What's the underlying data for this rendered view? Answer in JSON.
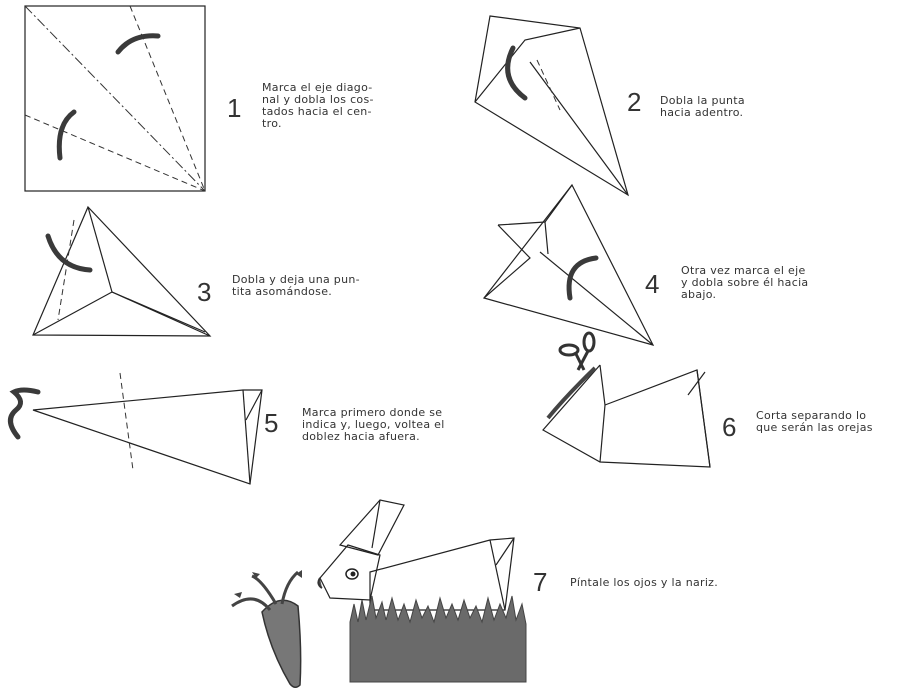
{
  "steps": [
    {
      "number": "1",
      "text": "Marca el eje diago-\nnal y dobla los cos-\ntados hacia el cen-\ntro."
    },
    {
      "number": "2",
      "text": "Dobla la punta\nhacia adentro."
    },
    {
      "number": "3",
      "text": "Dobla y deja una pun-\ntita asomándose."
    },
    {
      "number": "4",
      "text": "Otra vez marca el eje\ny dobla sobre él hacia\nabajo."
    },
    {
      "number": "5",
      "text": "Marca primero donde se\nindica y, luego, voltea el\ndoblez hacia afuera."
    },
    {
      "number": "6",
      "text": "Corta separando lo\nque serán las orejas"
    },
    {
      "number": "7",
      "text": "Píntale los ojos y la nariz."
    }
  ],
  "icons": [
    "curved-arrow-icon",
    "scissors-icon",
    "carrot-icon",
    "grass-icon",
    "rabbit-icon"
  ],
  "colors": {
    "ink": "#222222",
    "arrow": "#3a3a3a",
    "grass": "#5a5a5a",
    "paper": "#ffffff"
  }
}
